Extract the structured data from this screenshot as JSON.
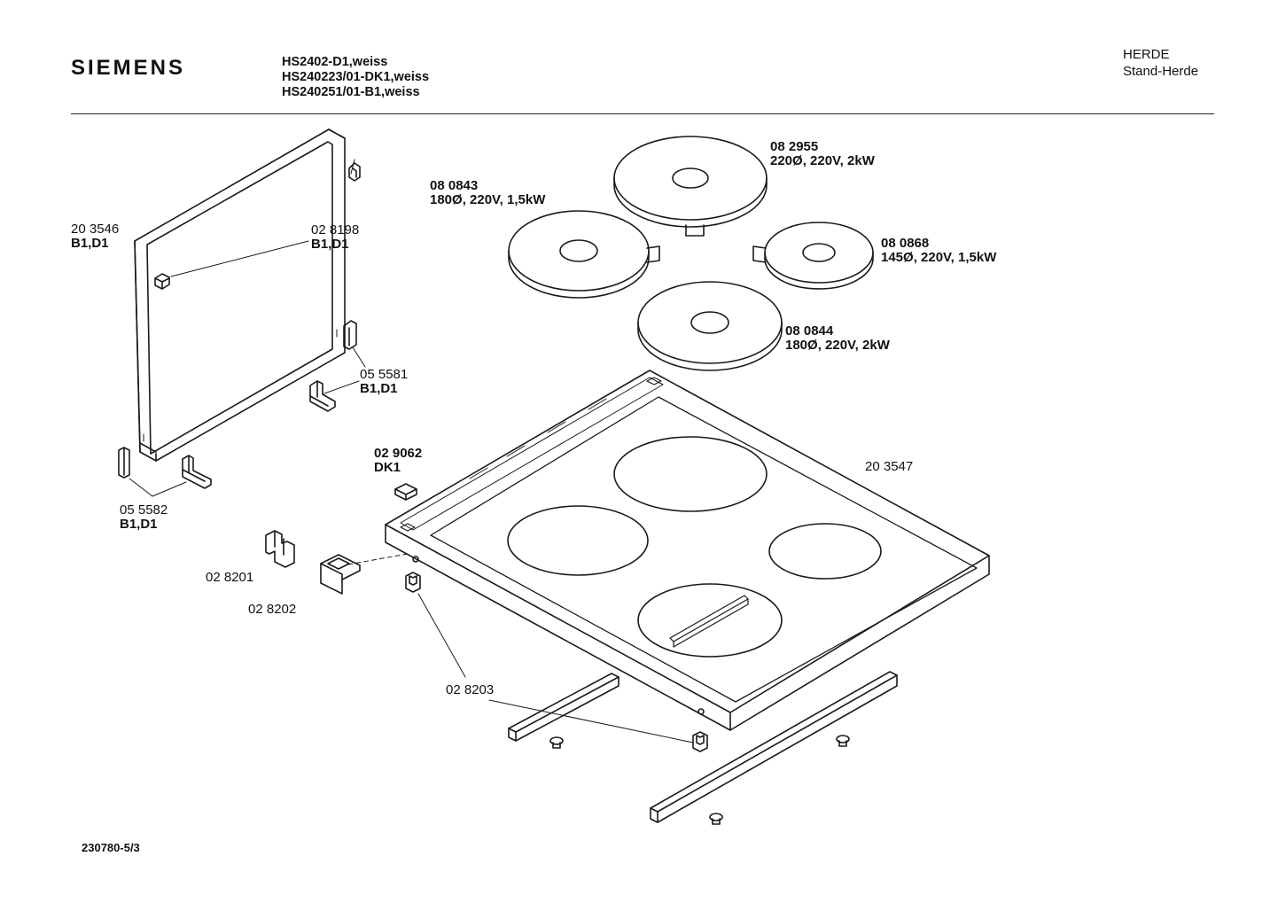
{
  "header": {
    "brand": "SIEMENS",
    "models": [
      "HS2402-D1,weiss",
      "HS240223/01-DK1,weiss",
      "HS240251/01-B1,weiss"
    ],
    "category": [
      "HERDE",
      "Stand-Herde"
    ]
  },
  "parts": {
    "frame": {
      "number": "20 3546",
      "variant": "B1,D1"
    },
    "clip_top": {
      "number": "02 8198",
      "variant": "B1,D1"
    },
    "bracket_right": {
      "number": "05 5581",
      "variant": "B1,D1"
    },
    "bracket_left": {
      "number": "05 5582",
      "variant": "B1,D1"
    },
    "cap": {
      "number": "02 9062",
      "variant": "DK1"
    },
    "hinge_part": {
      "number": "02 8201"
    },
    "latch_part": {
      "number": "02 8202"
    },
    "mount_clip": {
      "number": "02 8203"
    },
    "cooktop": {
      "number": "20 3547"
    },
    "hotplate_back_left": {
      "number": "08 0843",
      "spec": "180Ø, 220V, 1,5kW"
    },
    "hotplate_back_center": {
      "number": "08 2955",
      "spec": "220Ø, 220V, 2kW"
    },
    "hotplate_right": {
      "number": "08 0868",
      "spec": "145Ø, 220V, 1,5kW"
    },
    "hotplate_front": {
      "number": "08 0844",
      "spec": "180Ø, 220V, 2kW"
    }
  },
  "footer": {
    "code": "230780-5/3"
  }
}
